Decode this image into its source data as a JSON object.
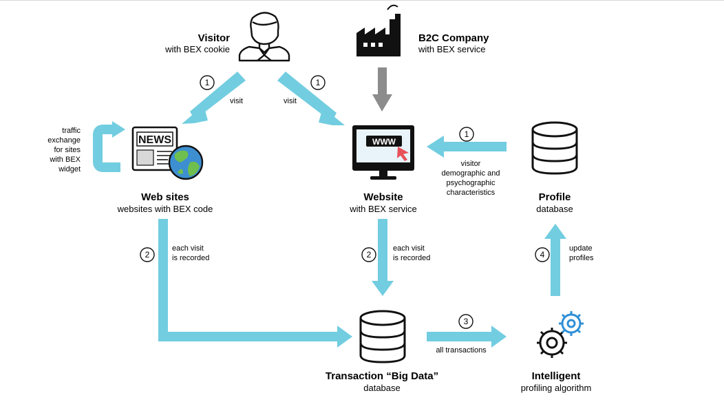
{
  "nodes": {
    "visitor": {
      "title": "Visitor",
      "subtitle": "with BEX cookie"
    },
    "b2c": {
      "title": "B2C Company",
      "subtitle": "with BEX service"
    },
    "websites": {
      "title": "Web sites",
      "subtitle": "websites with BEX code",
      "side_note": [
        "traffic",
        "exchange",
        "for sites",
        "with BEX",
        "widget"
      ],
      "news_label": "NEWS"
    },
    "website": {
      "title": "Website",
      "subtitle": "with BEX service",
      "www_label": "WWW"
    },
    "profile": {
      "title": "Profile",
      "subtitle": "database"
    },
    "bigdata": {
      "title": "Transaction “Big Data”",
      "subtitle": "database"
    },
    "algorithm": {
      "title": "Intelligent",
      "subtitle": "profiling algorithm"
    }
  },
  "edges": {
    "visit_left": {
      "step": "1",
      "label": "visit"
    },
    "visit_right": {
      "step": "1",
      "label": "visit"
    },
    "profile_to_website": {
      "step": "1",
      "label": [
        "visitor",
        "demographic and",
        "psychographic",
        "characteristics"
      ]
    },
    "websites_to_bigdata": {
      "step": "2",
      "label": [
        "each visit",
        "is recorded"
      ]
    },
    "website_to_bigdata": {
      "step": "2",
      "label": [
        "each visit",
        "is recorded"
      ]
    },
    "bigdata_to_algorithm": {
      "step": "3",
      "label": "all transactions"
    },
    "algorithm_to_profile": {
      "step": "4",
      "label": [
        "update",
        "profiles"
      ]
    }
  },
  "colors": {
    "arrow": "#72cde0",
    "gray_arrow": "#8c8c8c",
    "icon": "#111111",
    "globe_water": "#3d8fd1",
    "globe_land": "#6fbf4e",
    "screen": "#e8f4fa",
    "cursor": "#e8515a",
    "gear_accent": "#2f8fd6"
  }
}
